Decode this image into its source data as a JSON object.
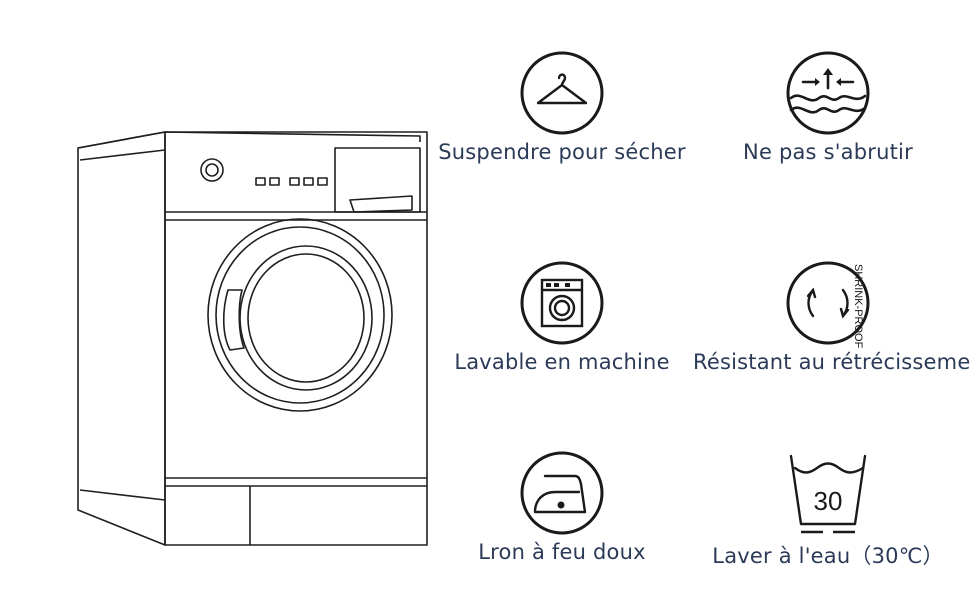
{
  "care_items": [
    {
      "icon": "hang-dry-icon",
      "label": "Suspendre pour sécher"
    },
    {
      "icon": "do-not-wring-icon",
      "label": "Ne pas s'abrutir"
    },
    {
      "icon": "machine-washable-icon",
      "label": "Lavable en machine"
    },
    {
      "icon": "shrink-proof-icon",
      "label": "Résistant au rétrécissement",
      "badge_text": "SHRINK-PROOF"
    },
    {
      "icon": "iron-low-heat-icon",
      "label": "Lron à feu doux"
    },
    {
      "icon": "wash-30-icon",
      "label": "Laver à l'eau（30℃）",
      "temperature": "30"
    }
  ]
}
